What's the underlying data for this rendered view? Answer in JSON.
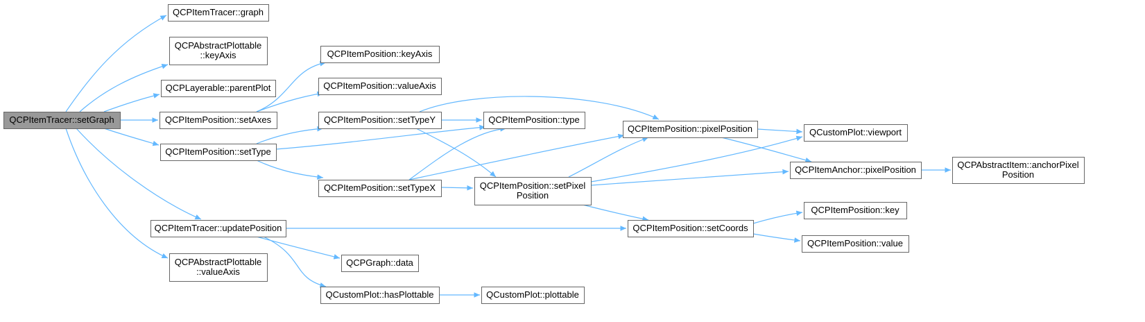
{
  "colors": {
    "edge": "#63b8ff",
    "node_border": "#666666",
    "root_fill": "#999999",
    "node_fill": "#ffffff"
  },
  "nodes": [
    {
      "id": "setGraph",
      "lines": [
        "QCPItemTracer::setGraph"
      ],
      "root": true
    },
    {
      "id": "graph",
      "lines": [
        "QCPItemTracer::graph"
      ]
    },
    {
      "id": "keyAxisAP",
      "lines": [
        "QCPAbstractPlottable",
        "::keyAxis"
      ]
    },
    {
      "id": "parentPlot",
      "lines": [
        "QCPLayerable::parentPlot"
      ]
    },
    {
      "id": "setAxes",
      "lines": [
        "QCPItemPosition::setAxes"
      ]
    },
    {
      "id": "setType",
      "lines": [
        "QCPItemPosition::setType"
      ]
    },
    {
      "id": "updatePosition",
      "lines": [
        "QCPItemTracer::updatePosition"
      ]
    },
    {
      "id": "valueAxisAP",
      "lines": [
        "QCPAbstractPlottable",
        "::valueAxis"
      ]
    },
    {
      "id": "keyAxisIP",
      "lines": [
        "QCPItemPosition::keyAxis"
      ]
    },
    {
      "id": "valueAxisIP",
      "lines": [
        "QCPItemPosition::valueAxis"
      ]
    },
    {
      "id": "setTypeY",
      "lines": [
        "QCPItemPosition::setTypeY"
      ]
    },
    {
      "id": "setTypeX",
      "lines": [
        "QCPItemPosition::setTypeX"
      ]
    },
    {
      "id": "graphData",
      "lines": [
        "QCPGraph::data"
      ]
    },
    {
      "id": "hasPlottable",
      "lines": [
        "QCustomPlot::hasPlottable"
      ]
    },
    {
      "id": "typeIP",
      "lines": [
        "QCPItemPosition::type"
      ]
    },
    {
      "id": "setPixelPosition",
      "lines": [
        "QCPItemPosition::setPixel",
        "Position"
      ]
    },
    {
      "id": "plottable",
      "lines": [
        "QCustomPlot::plottable"
      ]
    },
    {
      "id": "pixelPositionIP",
      "lines": [
        "QCPItemPosition::pixelPosition"
      ]
    },
    {
      "id": "setCoords",
      "lines": [
        "QCPItemPosition::setCoords"
      ]
    },
    {
      "id": "viewport",
      "lines": [
        "QCustomPlot::viewport"
      ]
    },
    {
      "id": "anchorPixelPos",
      "lines": [
        "QCPItemAnchor::pixelPosition"
      ]
    },
    {
      "id": "keyIP",
      "lines": [
        "QCPItemPosition::key"
      ]
    },
    {
      "id": "valueIP",
      "lines": [
        "QCPItemPosition::value"
      ]
    },
    {
      "id": "anchorPixelPosition",
      "lines": [
        "QCPAbstractItem::anchorPixel",
        "Position"
      ]
    }
  ],
  "edges": [
    [
      "setGraph",
      "graph"
    ],
    [
      "setGraph",
      "keyAxisAP"
    ],
    [
      "setGraph",
      "parentPlot"
    ],
    [
      "setGraph",
      "setAxes"
    ],
    [
      "setGraph",
      "setType"
    ],
    [
      "setGraph",
      "updatePosition"
    ],
    [
      "setGraph",
      "valueAxisAP"
    ],
    [
      "setAxes",
      "keyAxisIP"
    ],
    [
      "setAxes",
      "valueAxisIP"
    ],
    [
      "setType",
      "setTypeY"
    ],
    [
      "setType",
      "typeIP"
    ],
    [
      "setType",
      "setTypeX"
    ],
    [
      "setTypeY",
      "typeIP"
    ],
    [
      "setTypeY",
      "pixelPositionIP"
    ],
    [
      "setTypeY",
      "setPixelPosition"
    ],
    [
      "setTypeX",
      "typeIP"
    ],
    [
      "setTypeX",
      "pixelPositionIP"
    ],
    [
      "setTypeX",
      "setPixelPosition"
    ],
    [
      "setPixelPosition",
      "pixelPositionIP"
    ],
    [
      "setPixelPosition",
      "viewport"
    ],
    [
      "setPixelPosition",
      "anchorPixelPos"
    ],
    [
      "setPixelPosition",
      "setCoords"
    ],
    [
      "pixelPositionIP",
      "viewport"
    ],
    [
      "pixelPositionIP",
      "anchorPixelPos"
    ],
    [
      "anchorPixelPos",
      "anchorPixelPosition"
    ],
    [
      "updatePosition",
      "setCoords"
    ],
    [
      "updatePosition",
      "graphData"
    ],
    [
      "updatePosition",
      "hasPlottable"
    ],
    [
      "hasPlottable",
      "plottable"
    ],
    [
      "setCoords",
      "keyIP"
    ],
    [
      "setCoords",
      "valueIP"
    ]
  ]
}
